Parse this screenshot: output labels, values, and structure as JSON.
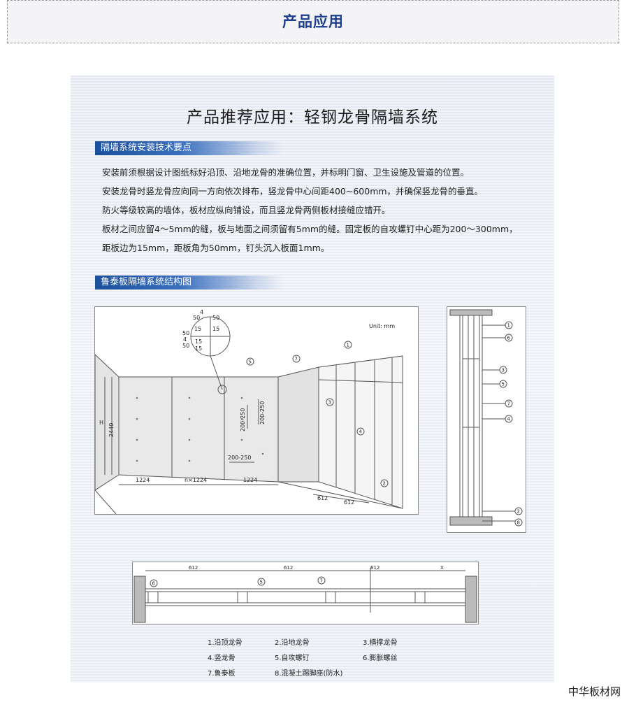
{
  "header": {
    "title": "产品应用"
  },
  "panel": {
    "title": "产品推荐应用：轻钢龙骨隔墙系统",
    "section1": {
      "label": "隔墙系统安装技术要点",
      "lines": [
        "安装前须根据设计图纸标好沿顶、沿地龙骨的准确位置，并标明门窗、卫生设施及管道的位置。",
        "安装龙骨时竖龙骨应向同一方向依次排布，竖龙骨中心间距400~600mm，并确保竖龙骨的垂直。",
        "防火等级较高的墙体，板材应纵向铺设，而且竖龙骨两侧板材接缝应错开。",
        "板材之间应留4～5mm的缝，板与地面之间须留有5mm的缝。固定板的自攻螺钉中心距为200～300mm，",
        "距板边为15mm，距板角为50mm，钉头沉入板面1mm。"
      ]
    },
    "section2": {
      "label": "鲁泰板隔墙系统结构图"
    }
  },
  "diagram": {
    "unit": "Unit: mm",
    "detail_dims": [
      "4",
      "50",
      "50",
      "15",
      "15",
      "50",
      "50",
      "4",
      "15",
      "15"
    ],
    "dims": {
      "h": "H",
      "h2440": "2440",
      "s1224a": "1224",
      "n1224": "n×1224",
      "s1224b": "1224",
      "s200_250a": "200-250",
      "s200_250b": "200-250",
      "s200_250c": "200-250",
      "s612a": "612",
      "s612b": "612",
      "p612a": "612",
      "p612b": "612",
      "p612c": "612",
      "px": "X"
    },
    "callouts": [
      "1",
      "2",
      "3",
      "4",
      "5",
      "6",
      "7",
      "8"
    ]
  },
  "legend": [
    "1.沿顶龙骨",
    "2.沿地龙骨",
    "3.横撑龙骨",
    "4.竖龙骨",
    "5.自攻螺钉",
    "6.膨胀螺丝",
    "7.鲁泰板",
    "8.混凝土踢脚座(防水)"
  ],
  "watermark": "中华板材网"
}
